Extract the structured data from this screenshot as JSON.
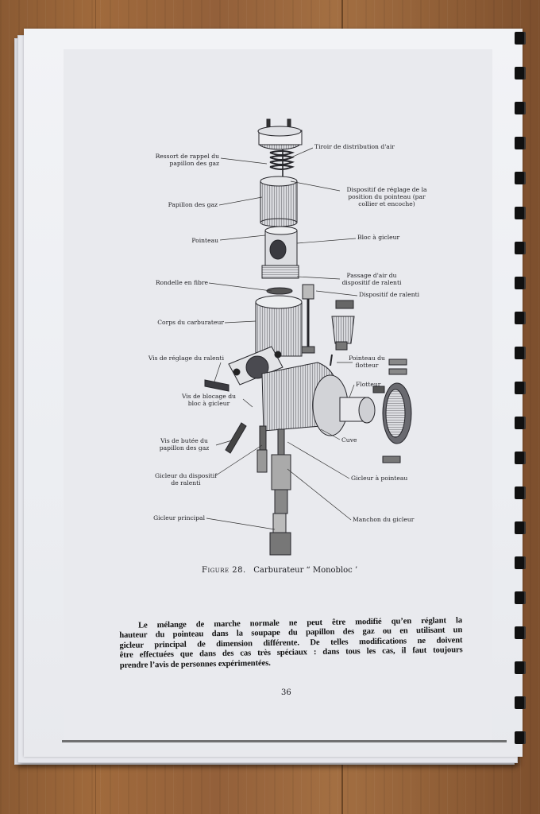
{
  "figure": {
    "labels_left": {
      "ressort": [
        "Ressort de rappel du",
        "papillon des gaz"
      ],
      "papillon": [
        "Papillon des gaz"
      ],
      "pointeau": [
        "Pointeau"
      ],
      "rondelle": [
        "Rondelle en fibre"
      ],
      "corps": [
        "Corps du carburateur"
      ],
      "vis_reglage": [
        "Vis de réglage du ralenti"
      ],
      "vis_blocage": [
        "Vis de blocage du",
        "bloc à gicleur"
      ],
      "vis_butee": [
        "Vis de butée du",
        "papillon des gaz"
      ],
      "gicleur_dispositif": [
        "Gicleur du dispositif",
        "de ralenti"
      ],
      "gicleur_principal": [
        "Gicleur principal"
      ]
    },
    "labels_right": {
      "tiroir": [
        "Tiroir de distribution d'air"
      ],
      "dispositif_reglage": [
        "Dispositif de réglage de la",
        "position du pointeau (par",
        "collier et encoche)"
      ],
      "bloc": [
        "Bloc à gicleur"
      ],
      "passage": [
        "Passage d'air du",
        "dispositif de ralenti"
      ],
      "dispositif_ralenti": [
        "Dispositif de ralenti"
      ],
      "pointeau_flotteur": [
        "Pointeau du",
        "flotteur"
      ],
      "flotteur": [
        "Flotteur"
      ],
      "cuve": [
        "Cuve"
      ],
      "gicleur_pointeau": [
        "Gicleur à pointeau"
      ],
      "manchon": [
        "Manchon du gicleur"
      ]
    },
    "caption_prefix": "Figure 28.",
    "caption_title": "Carburateur “ Monobloc ’"
  },
  "body_text": {
    "lines": [
      "Le mélange de marche normale ne peut être modifié qu’en réglant la",
      "hauteur du pointeau dans la soupape du papillon des gaz ou en utilisant un",
      "gicleur principal de dimension différente.  De telles modifications ne doivent",
      "être effectuées que dans des cas très spéciaux : dans tous les cas, il faut toujours",
      "prendre l’avis de personnes expérimentées."
    ]
  },
  "page_number": "36",
  "colors": {
    "wood": "#9a653a",
    "paper": "#eceef2",
    "ink": "#1e1e22",
    "binding": "#101010"
  }
}
